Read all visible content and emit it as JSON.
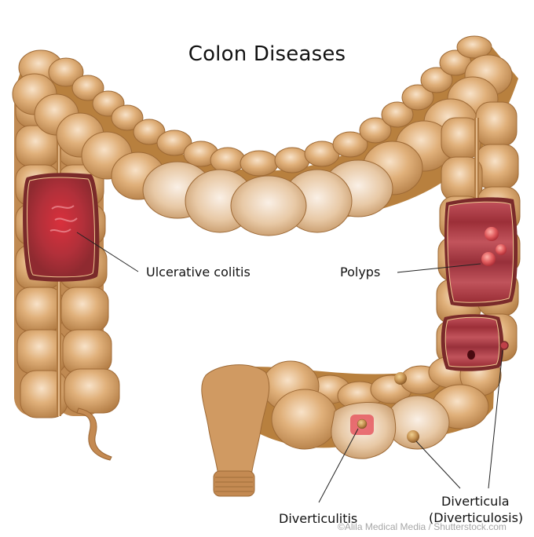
{
  "title": "Colon Diseases",
  "labels": {
    "ulcerative_colitis": "Ulcerative colitis",
    "polyps": "Polyps",
    "diverticulitis": "Diverticulitis",
    "diverticula": "Diverticula",
    "diverticulosis": "(Diverticulosis)"
  },
  "watermark": "©Alila Medical Media / Shutterstock.com",
  "colors": {
    "background": "#ffffff",
    "colon_tan": "#d9a66e",
    "colon_shadow": "#a8743e",
    "colon_highlight": "#f6dcc0",
    "mucosa_red": "#a8323a",
    "mucosa_edge": "#7a2a2a",
    "inflamed_red": "#d93a44",
    "leader_line": "#222222",
    "text": "#111111"
  }
}
